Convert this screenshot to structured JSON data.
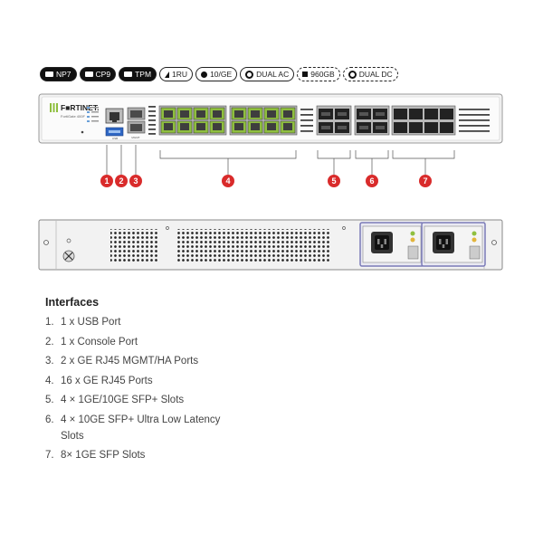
{
  "badges": [
    {
      "label": "NP7",
      "style": "dark",
      "icon": "chip-icon"
    },
    {
      "label": "CP9",
      "style": "dark",
      "icon": "chip-icon"
    },
    {
      "label": "TPM",
      "style": "dark",
      "icon": "chip-icon"
    },
    {
      "label": "1RU",
      "style": "light",
      "icon": "rack-unit-icon"
    },
    {
      "label": "10/GE",
      "style": "light",
      "icon": "dot-icon"
    },
    {
      "label": "DUAL AC",
      "style": "light",
      "icon": "ring-icon"
    },
    {
      "label": "960GB",
      "style": "dashed",
      "icon": "storage-icon"
    },
    {
      "label": "DUAL DC",
      "style": "dashed",
      "icon": "ring-icon"
    }
  ],
  "front_panel": {
    "brand": "F■RTINET.",
    "model": "FortiGate 400F",
    "port_labels": {
      "usb": "USB",
      "mgmt": "MGMT"
    }
  },
  "callouts": [
    "1",
    "2",
    "3",
    "4",
    "5",
    "6",
    "7"
  ],
  "colors": {
    "accent": "#d92b2b",
    "brand_green": "#8fbf3f",
    "psu_frame": "#7a7ab8"
  },
  "interfaces": {
    "title": "Interfaces",
    "items": [
      {
        "num": "1.",
        "text": "1 x USB Port"
      },
      {
        "num": "2.",
        "text": "1 x Console Port"
      },
      {
        "num": "3.",
        "text": "2 x GE RJ45 MGMT/HA Ports"
      },
      {
        "num": "4.",
        "text": "16 x GE RJ45 Ports"
      },
      {
        "num": "5.",
        "text": "4 × 1GE/10GE SFP+ Slots"
      },
      {
        "num": "6.",
        "text": "4 × 10GE SFP+ Ultra Low Latency Slots"
      },
      {
        "num": "7.",
        "text": "8× 1GE SFP Slots"
      }
    ]
  }
}
